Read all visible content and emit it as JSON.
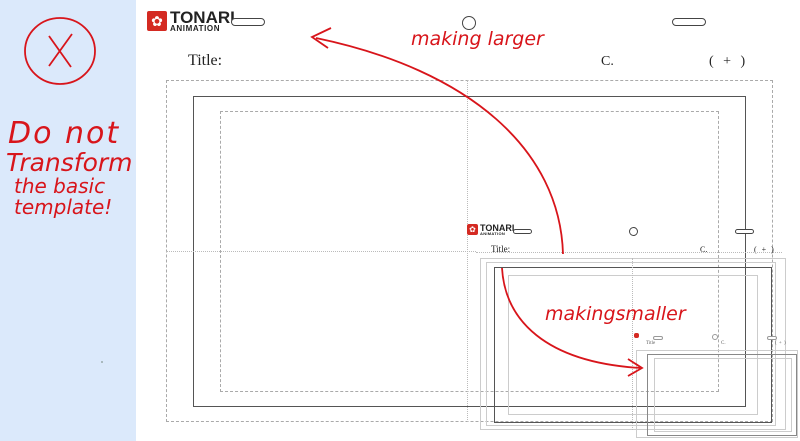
{
  "sidebar": {
    "note_lines": [
      "Do not",
      "Transform",
      "the basic",
      "template!"
    ]
  },
  "sheet_large": {
    "logo_top": "TONARI",
    "logo_bottom": "ANIMATION",
    "title_label": "Title:",
    "cut_label": "C.",
    "plus_label": "( + )"
  },
  "sheet_medium": {
    "logo_top": "TONARI",
    "logo_bottom": "ANIMATION",
    "title_label": "Title:",
    "cut_label": "C.",
    "plus_label": "( + )"
  },
  "sheet_small": {
    "title_label": "Title",
    "cut_label": "C.",
    "plus_label": "( + )"
  },
  "annotations": {
    "larger": "making larger",
    "smaller": "makingsmaller"
  },
  "colors": {
    "ink": "#d8151b",
    "sidebar_bg": "#dbe9fb",
    "logo_red": "#d42a22"
  }
}
